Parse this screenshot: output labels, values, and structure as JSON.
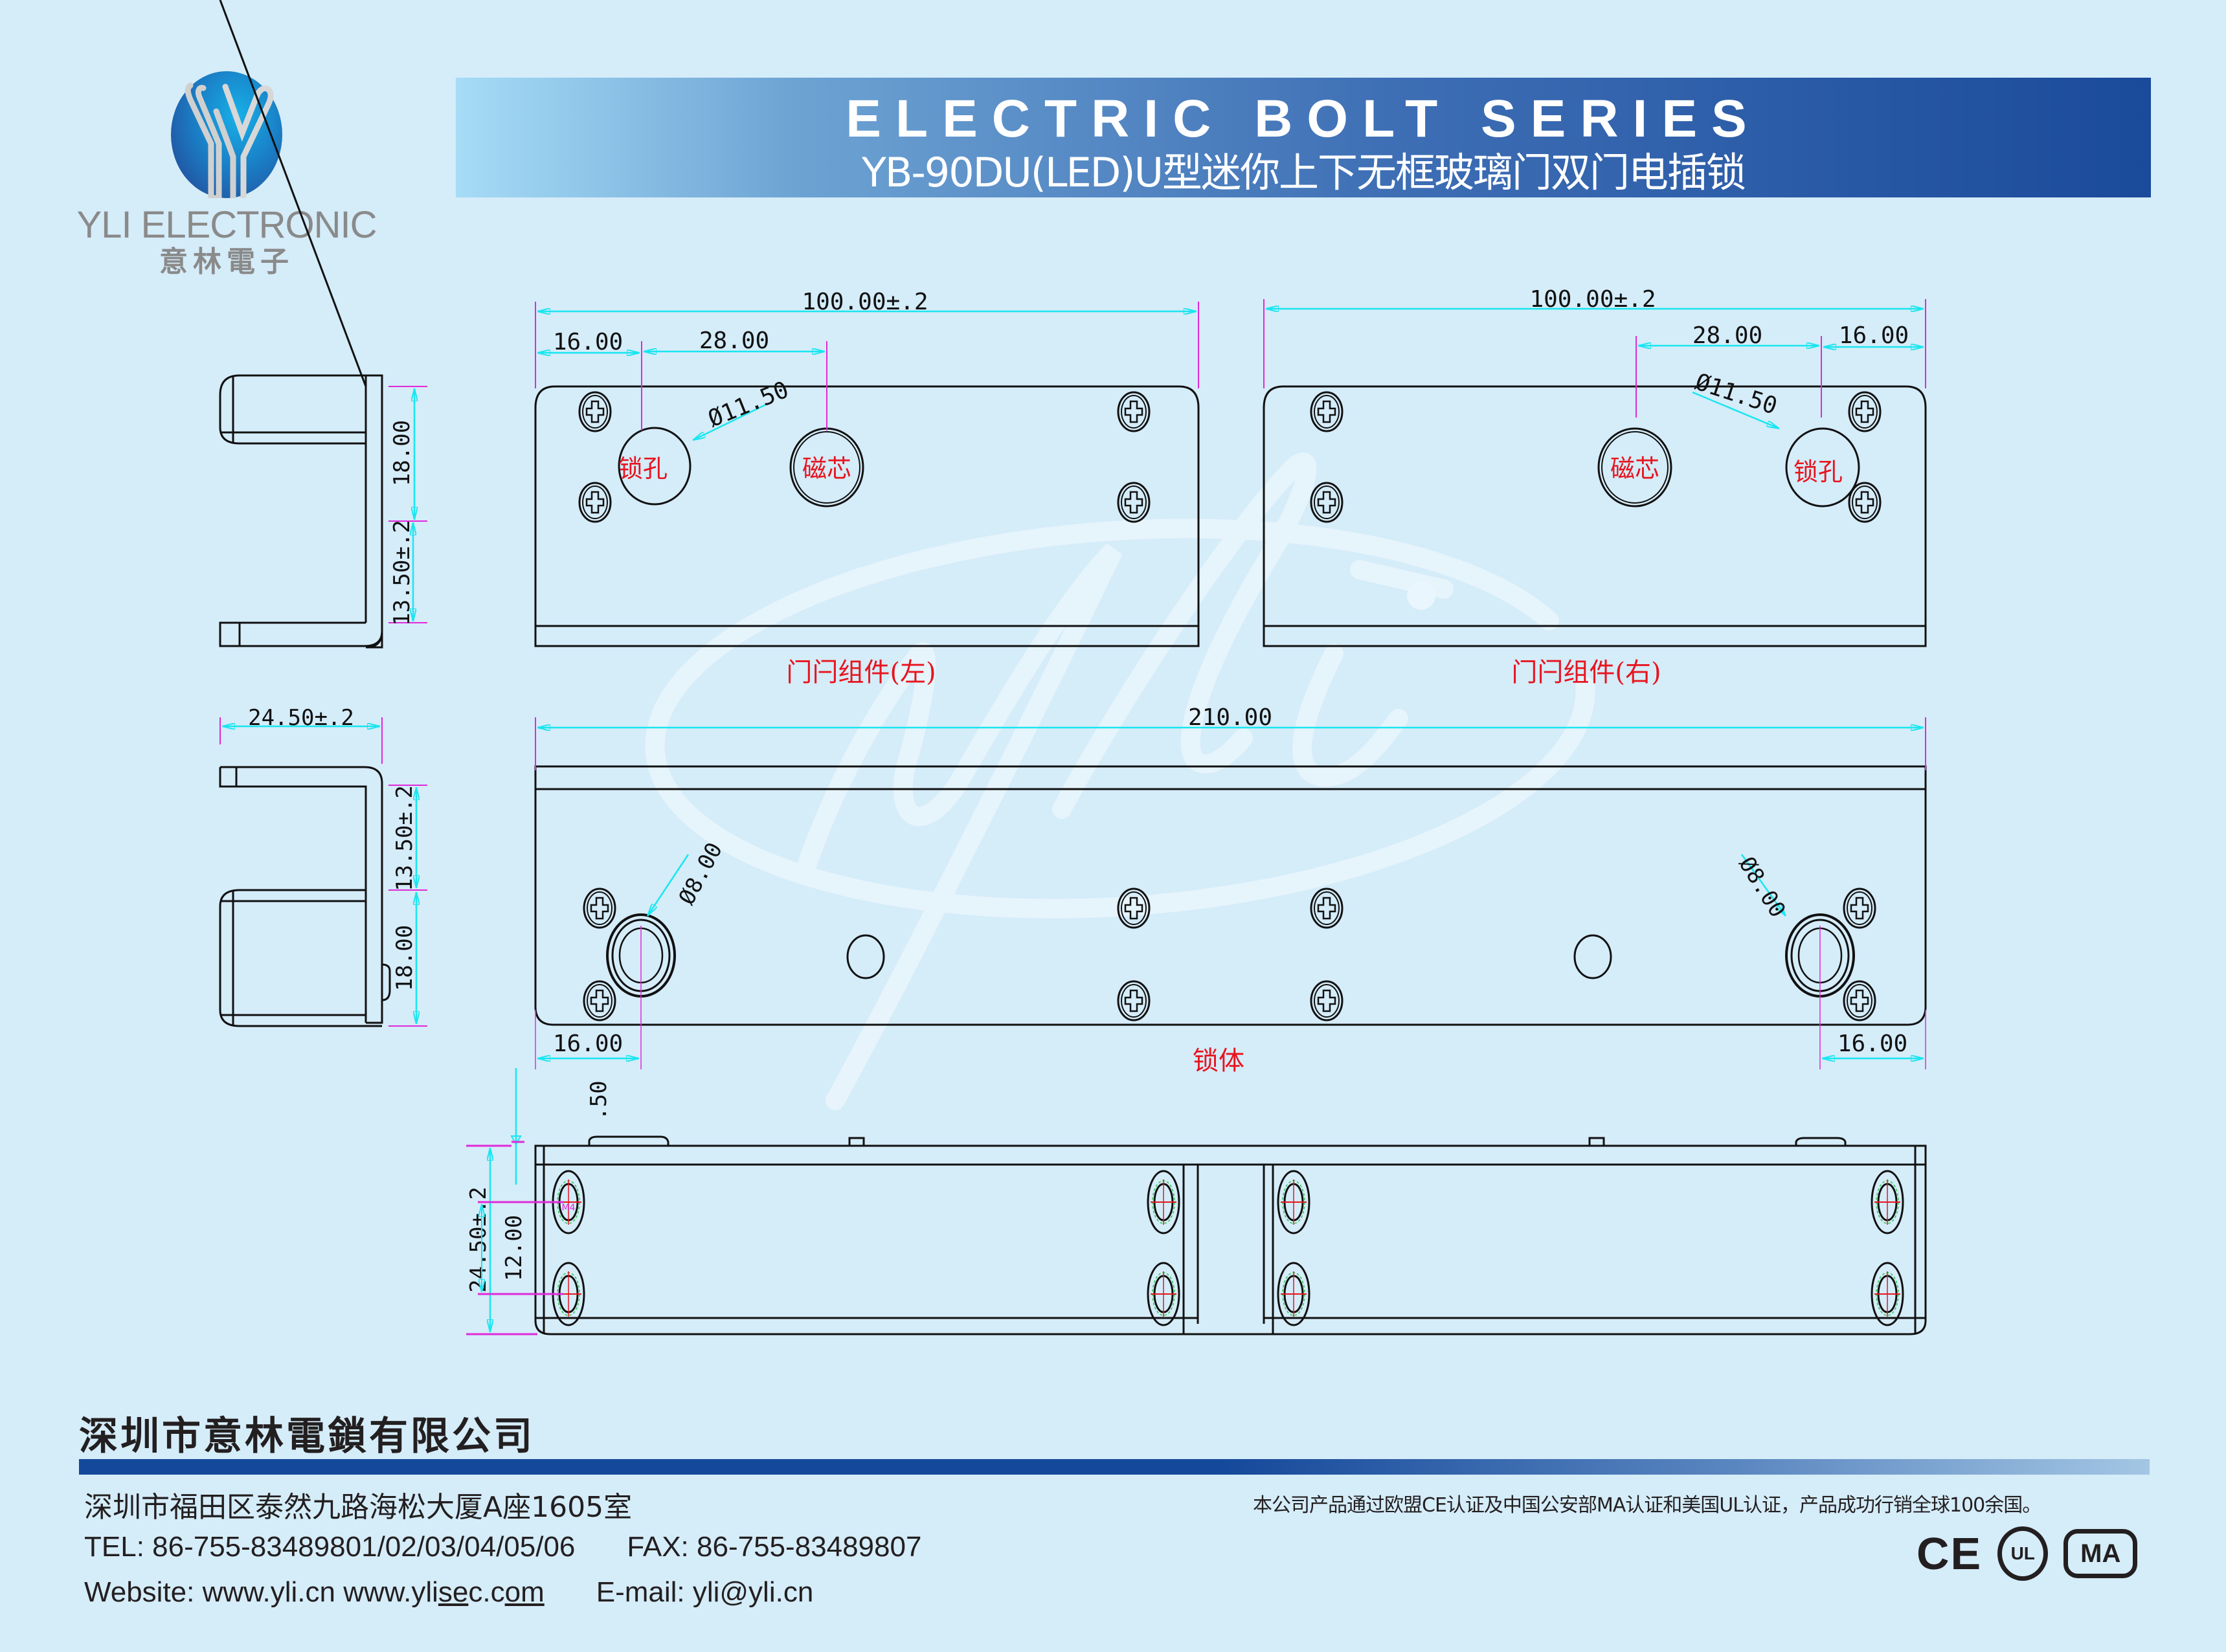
{
  "logo": {
    "brand": "YLI ELECTRONIC",
    "brand_cn": "意林電子",
    "glyph": "Y"
  },
  "header": {
    "series": "ELECTRIC BOLT SERIES",
    "model_title": "YB-90DU(LED)U型迷你上下无框玻璃门双门电插锁"
  },
  "drawing": {
    "watermark": "yli",
    "side_view_top": {
      "dims": [
        "18.00",
        "13.50±.2"
      ]
    },
    "side_view_bottom": {
      "dims": [
        "24.50±.2",
        "13.50±.2",
        "18.00"
      ]
    },
    "latch_left": {
      "label": "门闩组件(左)",
      "overall_width": "100.00±.2",
      "offset_edge": "16.00",
      "hole_spacing": "28.00",
      "hole_diameter": "Ø11.50",
      "hole_labels": [
        "锁孔",
        "磁芯"
      ]
    },
    "latch_right": {
      "label": "门闩组件(右)",
      "overall_width": "100.00±.2",
      "offset_edge": "16.00",
      "hole_spacing": "28.00",
      "hole_diameter": "Ø11.50",
      "hole_labels": [
        "磁芯",
        "锁孔"
      ]
    },
    "lock_body": {
      "label": "锁体",
      "overall_width": "210.00",
      "led_diameter_left": "Ø8.00",
      "led_diameter_right": "Ø8.00",
      "offset_left": "16.00",
      "offset_right": "16.00"
    },
    "bottom_view": {
      "gap": ".50",
      "height": "24.50±.2",
      "hole_spacing": "12.00",
      "screw_label": "M4"
    }
  },
  "footer": {
    "company": "深圳市意林電鎖有限公司",
    "address": "深圳市福田区泰然九路海松大厦A座1605室",
    "tel": "TEL: 86-755-83489801/02/03/04/05/06",
    "fax": "FAX: 86-755-83489807",
    "website_label": "Website: www.yli.cn www.yli",
    "website_u1": "se",
    "website_mid": "c.c",
    "website_u2": "om",
    "email": "E-mail: yli@yli.cn",
    "certification_note": "本公司产品通过欧盟CE认证及中国公安部MA认证和美国UL认证，产品成功行销全球100余国。",
    "cert_logos": [
      "CE",
      "UL",
      "MA"
    ]
  },
  "colors": {
    "background": "#d5ecf9",
    "dimension_line": "#19e6f0",
    "extension_line": "#e02ad8",
    "label_red": "#e8141e",
    "banner_dark": "#1a4a9a",
    "outline": "#111111"
  }
}
